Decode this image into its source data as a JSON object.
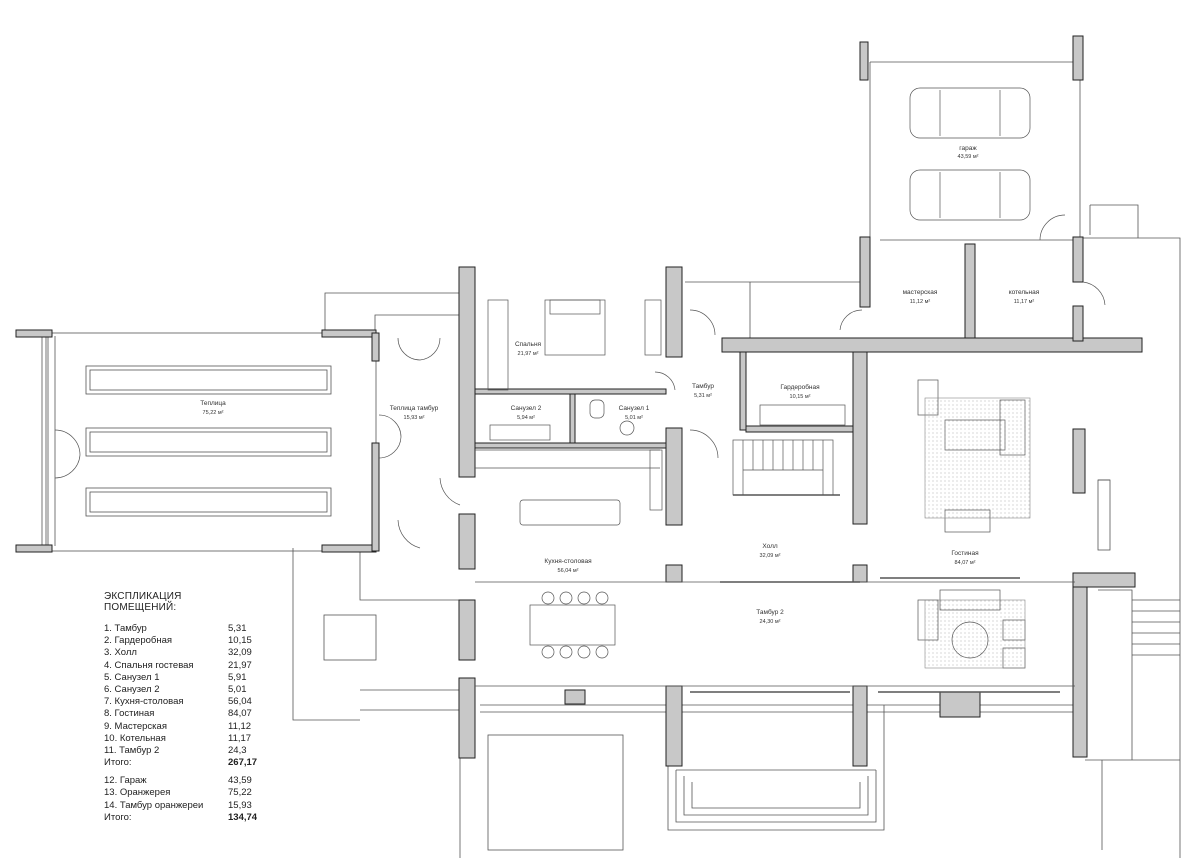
{
  "rooms": [
    {
      "id": "greenhouse",
      "name": "Теплица",
      "area": "75,22 м²"
    },
    {
      "id": "greenhouse-vestibule",
      "name": "Теплица тамбур",
      "area": "15,93 м²"
    },
    {
      "id": "guest-bedroom",
      "name": "Спальня",
      "area": "21,97 м²"
    },
    {
      "id": "bathroom-2",
      "name": "Санузел 2",
      "area": "5,94 м²"
    },
    {
      "id": "bathroom-1",
      "name": "Санузел 1",
      "area": "5,01 м²"
    },
    {
      "id": "vestibule",
      "name": "Тамбур",
      "area": "5,31 м²"
    },
    {
      "id": "wardrobe",
      "name": "Гардеробная",
      "area": "10,15 м²"
    },
    {
      "id": "kitchen-dining",
      "name": "Кухня-столовая",
      "area": "56,04 м²"
    },
    {
      "id": "hall",
      "name": "Холл",
      "area": "32,09 м²"
    },
    {
      "id": "living-room",
      "name": "Гостиная",
      "area": "84,07 м²"
    },
    {
      "id": "vestibule-2",
      "name": "Тамбур 2",
      "area": "24,30 м²"
    },
    {
      "id": "workshop",
      "name": "мастерская",
      "area": "11,12 м²"
    },
    {
      "id": "boiler-room",
      "name": "котельная",
      "area": "11,17 м²"
    },
    {
      "id": "garage",
      "name": "гараж",
      "area": "43,59 м²"
    }
  ],
  "legend": {
    "title": "ЭКСПЛИКАЦИЯ ПОМЕЩЕНИЙ:",
    "items_main": [
      {
        "label": "1.   Тамбур",
        "value": "5,31"
      },
      {
        "label": "2.   Гардеробная",
        "value": "10,15"
      },
      {
        "label": "3.   Холл",
        "value": "32,09"
      },
      {
        "label": "4.   Спальня гостевая",
        "value": "21,97"
      },
      {
        "label": "5.   Санузел 1",
        "value": "5,91"
      },
      {
        "label": "6.   Санузел 2",
        "value": "5,01"
      },
      {
        "label": "7.   Кухня-столовая",
        "value": "56,04"
      },
      {
        "label": "8.   Гостиная",
        "value": "84,07"
      },
      {
        "label": "9.   Мастерская",
        "value": "11,12"
      },
      {
        "label": "10. Котельная",
        "value": "11,17"
      },
      {
        "label": "11. Тамбур 2",
        "value": "24,3"
      }
    ],
    "total_main_label": "Итого:",
    "total_main_value": "267,17",
    "items_extra": [
      {
        "label": "12. Гараж",
        "value": "43,59"
      },
      {
        "label": "13. Оранжерея",
        "value": "75,22"
      },
      {
        "label": "14. Тамбур оранжереи",
        "value": "15,93"
      }
    ],
    "total_extra_label": "Итого:",
    "total_extra_value": "134,74"
  }
}
